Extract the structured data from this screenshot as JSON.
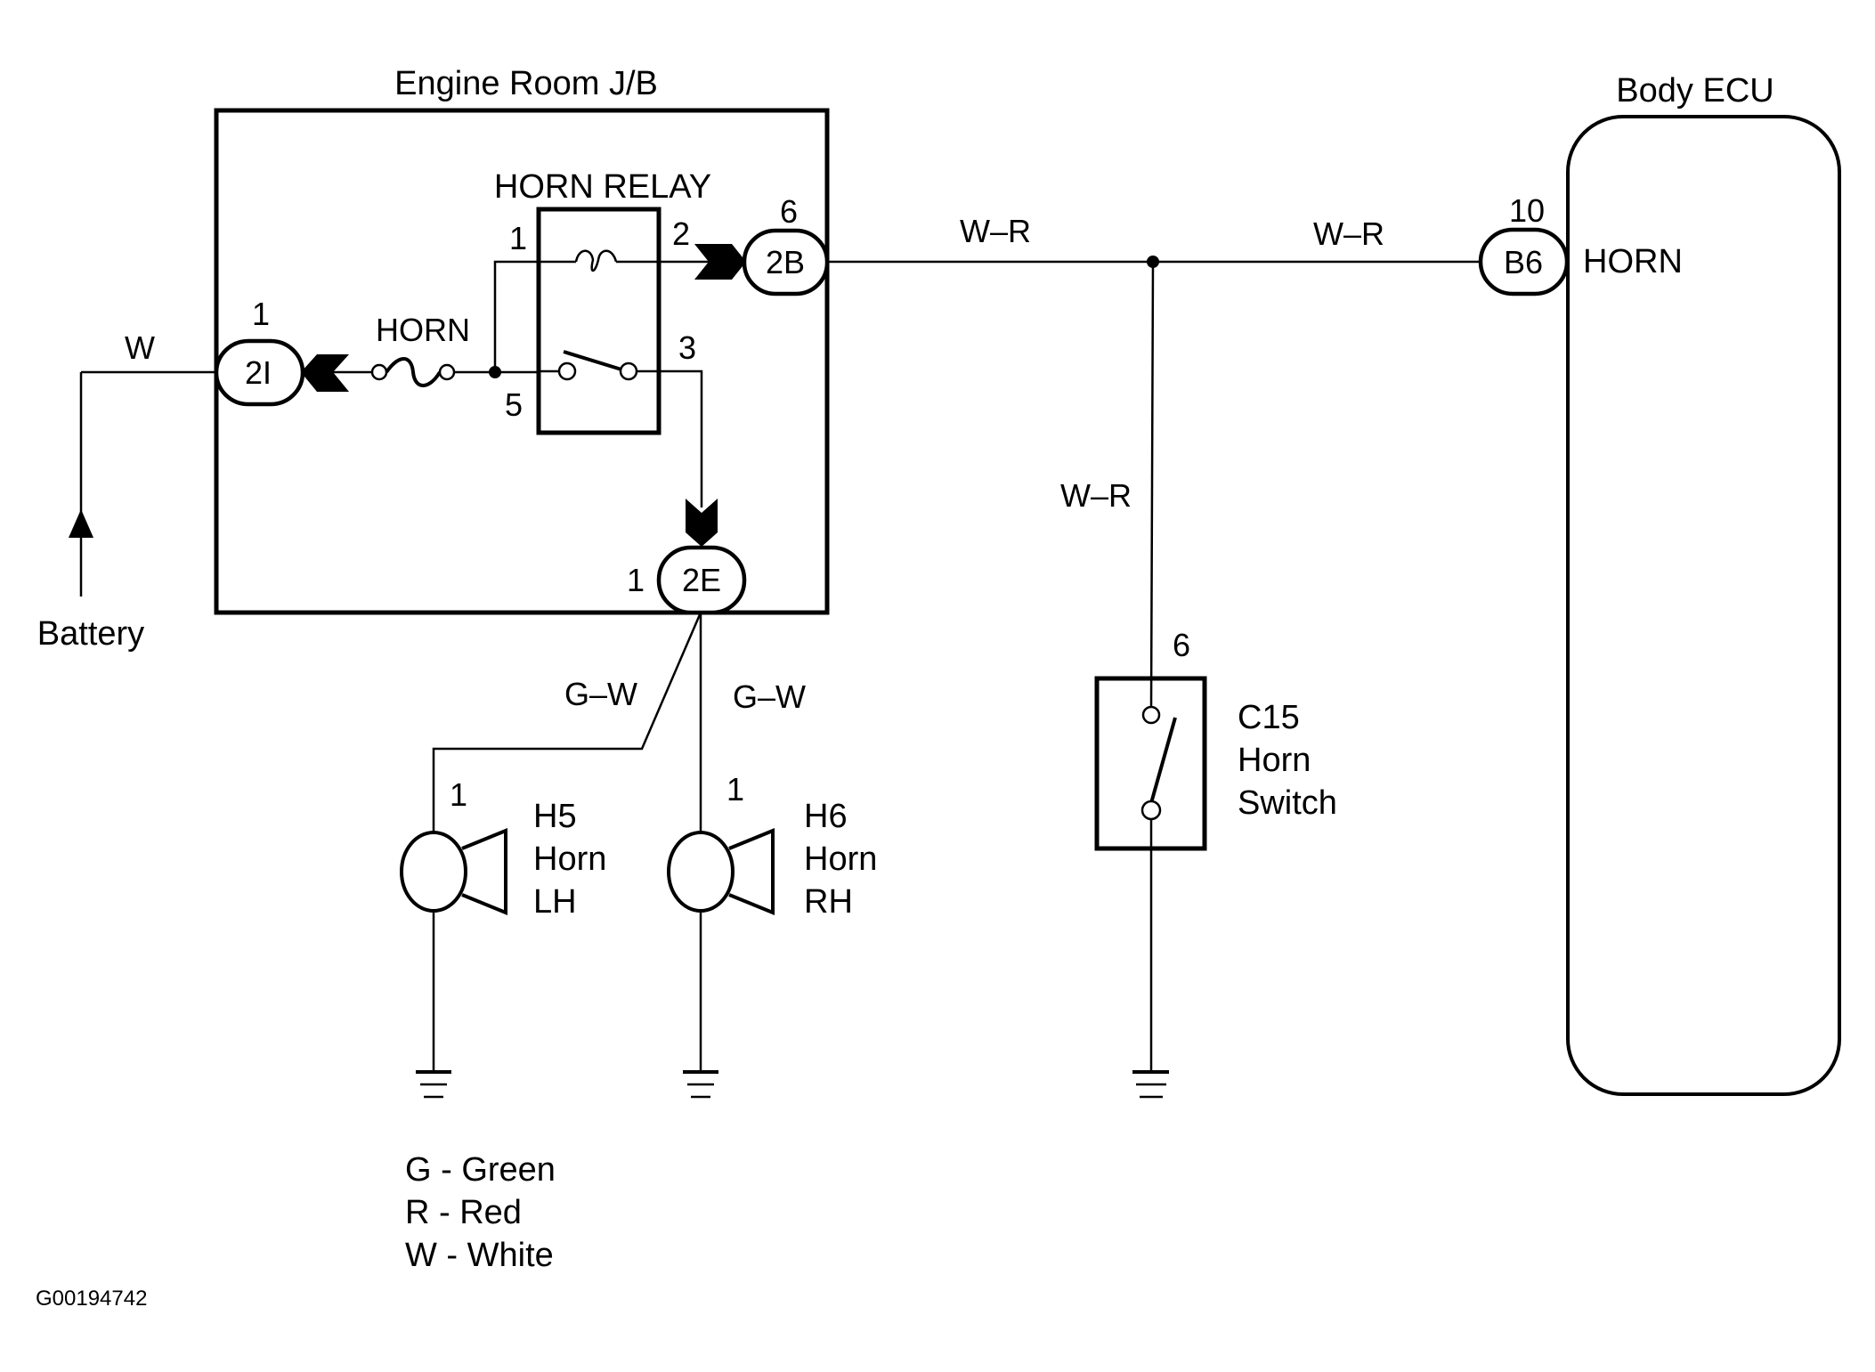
{
  "components": {
    "engine_room_jb": {
      "title": "Engine Room J/B"
    },
    "horn_relay": {
      "title": "HORN RELAY",
      "pins": {
        "coil_in": "1",
        "coil_out": "2",
        "switch_out": "3",
        "switch_in": "5"
      }
    },
    "fuse": {
      "label": "HORN"
    },
    "body_ecu": {
      "title": "Body ECU",
      "terminal_label": "HORN"
    },
    "horn_switch": {
      "code": "C15",
      "line1": "Horn",
      "line2": "Switch",
      "pin": "6"
    },
    "horn_lh": {
      "code": "H5",
      "line1": "Horn",
      "line2": "LH",
      "pin": "1"
    },
    "horn_rh": {
      "code": "H6",
      "line1": "Horn",
      "line2": "RH",
      "pin": "1"
    },
    "battery": {
      "label": "Battery"
    }
  },
  "connectors": [
    {
      "id": "2I",
      "pin": "1"
    },
    {
      "id": "2B",
      "pin": "6"
    },
    {
      "id": "2E",
      "pin": "1"
    },
    {
      "id": "B6",
      "pin": "10"
    }
  ],
  "wires": {
    "battery_feed": "W",
    "relay_to_junction": "W–R",
    "junction_to_ecu": "W–R",
    "junction_to_switch": "W–R",
    "to_horn_lh": "G–W",
    "to_horn_rh": "G–W"
  },
  "legend": [
    "G - Green",
    "R - Red",
    "W - White"
  ],
  "figure_id": "G00194742"
}
